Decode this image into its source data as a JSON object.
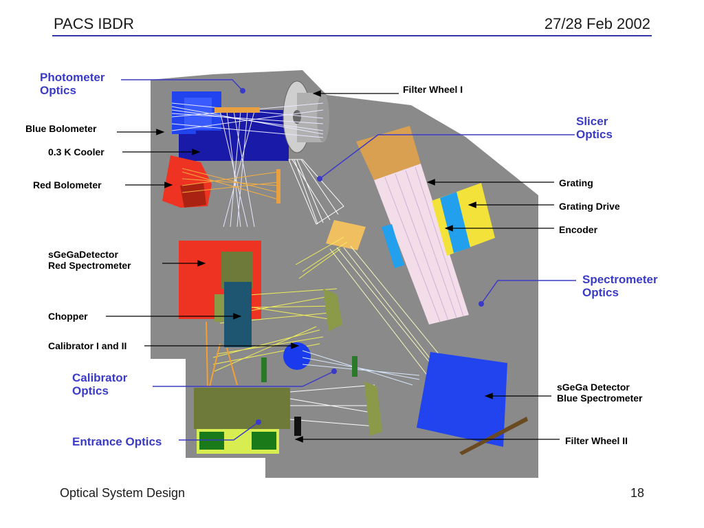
{
  "header": {
    "left": "PACS IBDR",
    "right": "27/28 Feb 2002"
  },
  "footer": {
    "left": "Optical System Design",
    "page": "18"
  },
  "labels": {
    "photometer_optics": [
      "Photometer",
      "Optics"
    ],
    "slicer_optics": [
      "Slicer",
      "Optics"
    ],
    "spectrometer_optics": [
      "Spectrometer",
      "Optics"
    ],
    "calibrator_optics": [
      "Calibrator",
      "Optics"
    ],
    "entrance_optics": "Entrance Optics",
    "filter_wheel_1": "Filter Wheel I",
    "blue_bolometer": "Blue Bolometer",
    "cooler": "0.3 K Cooler",
    "red_bolometer": "Red Bolometer",
    "grating": "Grating",
    "grating_drive": "Grating Drive",
    "encoder": "Encoder",
    "sgega_red": [
      "sGeGaDetector",
      "Red Spectrometer"
    ],
    "chopper": "Chopper",
    "calibrator": "Calibrator I and II",
    "sgega_blue": [
      "sGeGa Detector",
      "Blue Spectrometer"
    ],
    "filter_wheel_2": "Filter Wheel II"
  },
  "colors": {
    "callout_blue": "#3a3ac8",
    "housing_gray": "#8a8a8a",
    "detector_blue": "#2244ee",
    "bolometer_red": "#ee3322",
    "optics_olive": "#6e7a3a",
    "grating_orange": "#d8a050",
    "drive_yellow": "#f2e23a"
  }
}
